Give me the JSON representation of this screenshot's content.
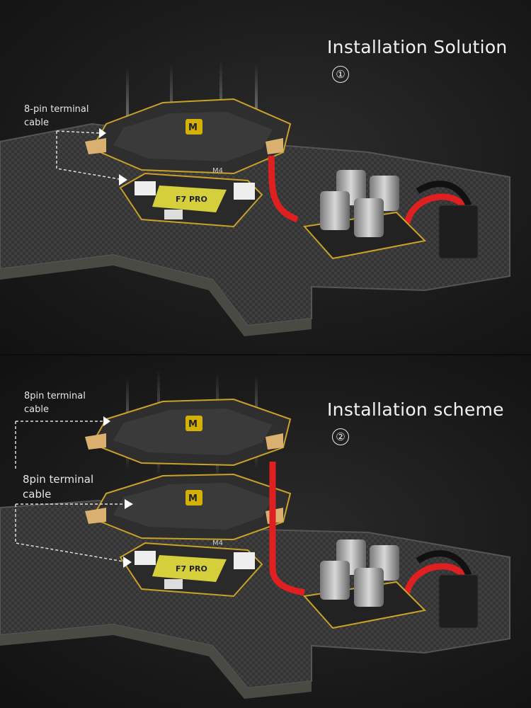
{
  "panel1": {
    "title": "Installation Solution",
    "step": "①",
    "callout": {
      "line1": "8-pin terminal",
      "line2": "cable"
    },
    "board_label": "M4",
    "fc_label": "F7 PRO"
  },
  "panel2": {
    "title": "Installation scheme",
    "step": "②",
    "callout_top": {
      "line1": "8pin terminal",
      "line2": "cable"
    },
    "callout_bottom": {
      "line1": "8pin terminal",
      "line2": "cable"
    },
    "board_label": "M4",
    "fc_label": "F7 PRO"
  },
  "colors": {
    "background": "#1b1b1b",
    "carbon": "#3a3a3a",
    "board": "#2b2b2b",
    "gold": "#c9a227",
    "cable_red": "#e02020",
    "text": "#f2f2f2"
  }
}
